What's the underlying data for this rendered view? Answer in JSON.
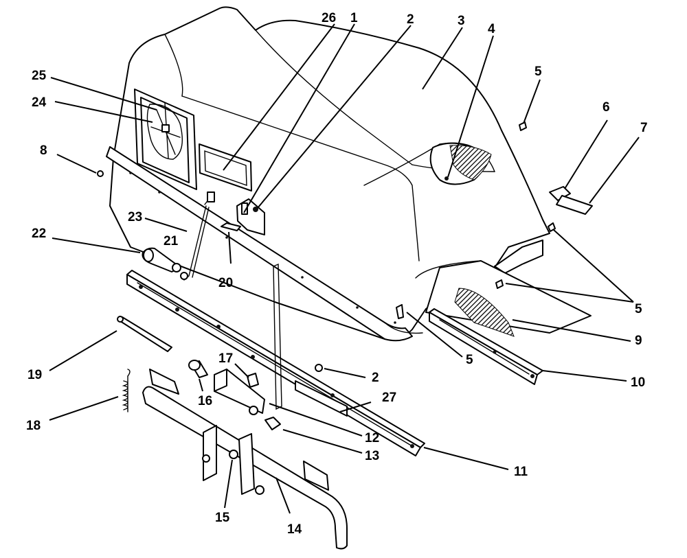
{
  "callouts": {
    "c1": "1",
    "c2a": "2",
    "c2b": "2",
    "c3": "3",
    "c4": "4",
    "c5a": "5",
    "c5b": "5",
    "c5c": "5",
    "c6": "6",
    "c7": "7",
    "c8": "8",
    "c9": "9",
    "c10": "10",
    "c11": "11",
    "c12": "12",
    "c13": "13",
    "c14": "14",
    "c15": "15",
    "c16": "16",
    "c17": "17",
    "c18": "18",
    "c19": "19",
    "c20": "20",
    "c21": "21",
    "c22": "22",
    "c23": "23",
    "c24": "24",
    "c25": "25",
    "c26": "26",
    "c27": "27"
  }
}
